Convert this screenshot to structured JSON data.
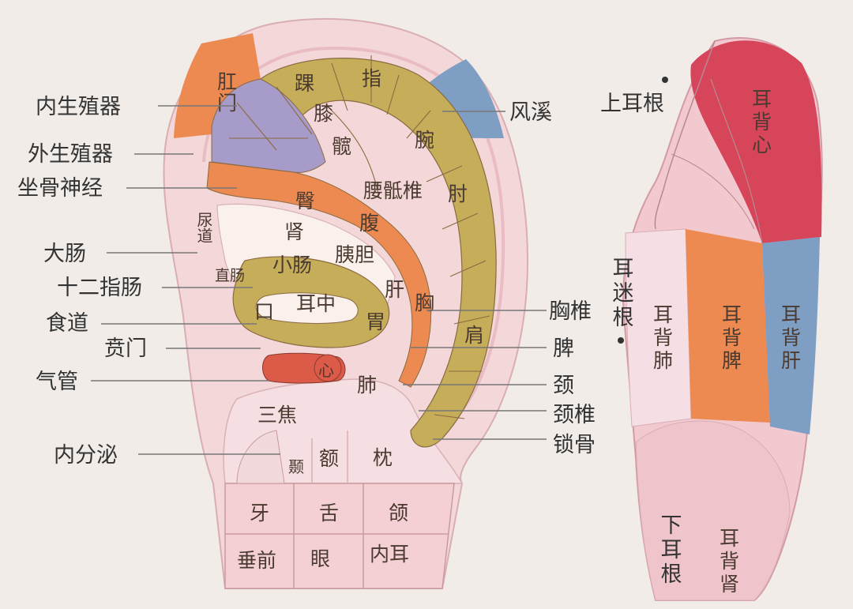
{
  "front_view": {
    "left_labels": [
      "内生殖器",
      "外生殖器",
      "坐骨神经",
      "大肠",
      "十二指肠",
      "食道",
      "贲门",
      "气管",
      "内分泌"
    ],
    "right_labels": [
      "风溪",
      "胸椎",
      "脾",
      "颈",
      "颈椎",
      "锁骨"
    ],
    "regions": {
      "ganmen": "肛门",
      "huai": "踝",
      "zhi": "指",
      "xi": "膝",
      "wan": "腕",
      "kuan": "髋",
      "yaodizhui": "腰骶椎",
      "zhou": "肘",
      "tun": "臀",
      "fu": "腹",
      "niaodao": "尿道",
      "shen": "肾",
      "yidan": "胰胆",
      "zhichang": "直肠",
      "xiaochang": "小肠",
      "gan": "肝",
      "xiong": "胸",
      "kou": "口",
      "erzhong": "耳中",
      "wei": "胃",
      "jian": "肩",
      "xin": "心",
      "fei": "肺",
      "sanjiao": "三焦",
      "nie": "颞",
      "e": "额",
      "zhen": "枕",
      "ya": "牙",
      "she": "舌",
      "he": "颌",
      "chuiqian": "垂前",
      "yan": "眼",
      "nei_er": "内耳"
    }
  },
  "back_view": {
    "labels": {
      "shangergen": "上耳根",
      "ermigen": "耳迷根",
      "xiaergen": "下耳根"
    },
    "regions": {
      "erbeixin": "耳背心",
      "erbeifei": "耳背肺",
      "erbeipi": "耳背脾",
      "erbeigan": "耳背肝",
      "erbeishen": "耳背肾"
    }
  },
  "colors": {
    "background": "#f1ece8",
    "skin": "#f6dcdc",
    "skin_shade": "#eec3c8",
    "olive": "#c6ad5a",
    "orange": "#ec8a52",
    "purple": "#a79bc9",
    "blue": "#7f9ec4",
    "red": "#db5a48",
    "crimson": "#d6455a"
  }
}
